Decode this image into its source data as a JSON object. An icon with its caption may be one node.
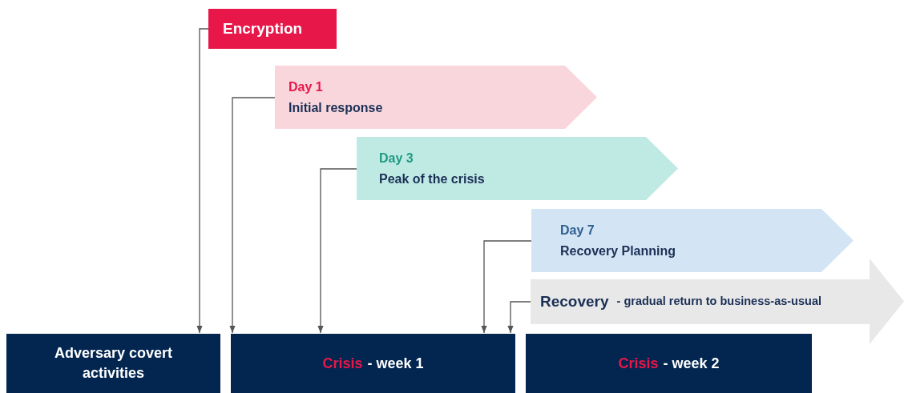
{
  "diagram": {
    "nodes": [
      {
        "text": [
          "Encryption"
        ]
      },
      {
        "text": [
          "Day 1",
          "Initial response"
        ]
      },
      {
        "text": [
          "Day 3",
          "Peak of the crisis"
        ]
      },
      {
        "text": [
          "Day 7",
          "Recovery Planning"
        ]
      },
      {
        "text": [
          "Recovery",
          "- gradual return to business-as-usual"
        ]
      },
      {
        "text": [
          "Adversary covert activities"
        ]
      },
      {
        "text": [
          "Crisis",
          "- week 1"
        ]
      },
      {
        "text": [
          "Crisis",
          "- week 2"
        ]
      }
    ],
    "edges": [
      {
        "from": 0,
        "to": 5,
        "arrow": "to"
      },
      {
        "from": 1,
        "to": 6,
        "arrow": "to"
      },
      {
        "from": 2,
        "to": 6,
        "arrow": "to"
      },
      {
        "from": 3,
        "to": 6,
        "arrow": "to"
      },
      {
        "from": 4,
        "to": 6,
        "arrow": "to"
      }
    ]
  }
}
